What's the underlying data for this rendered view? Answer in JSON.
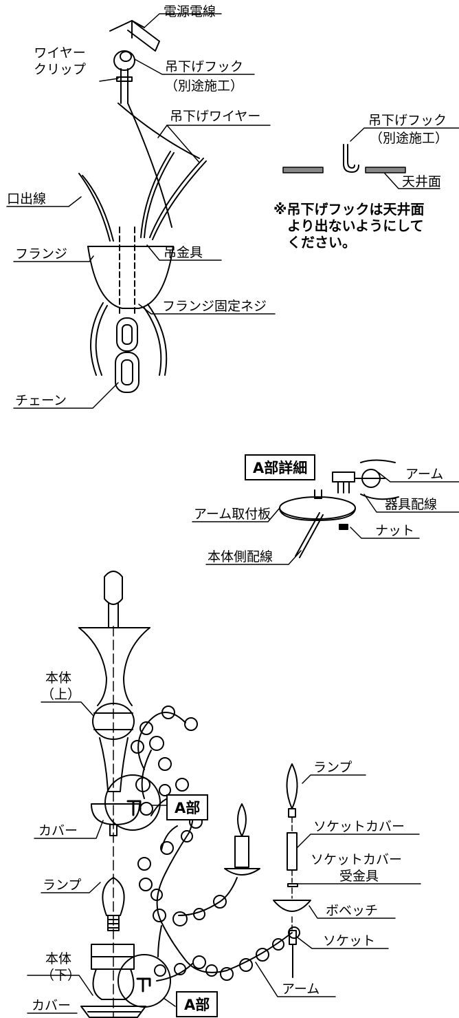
{
  "labels": {
    "power_wire": "電源電線",
    "wire_clip_1": "ワイヤー",
    "wire_clip_2": "クリップ",
    "hook": "吊下げフック",
    "separate_work": "（別途施工）",
    "hanging_wire": "吊下げワイヤー",
    "outlet_wire": "口出線",
    "flange": "フランジ",
    "hanger_metal": "吊金具",
    "flange_screw": "フランジ固定ネジ",
    "chain": "チェーン",
    "hook_detail": "吊下げフック",
    "hook_detail_sub": "（別途施工）",
    "ceiling": "天井面",
    "note_1": "※吊下げフックは天井面",
    "note_2": "より出ないようにして",
    "note_3": "ください。",
    "detail_a_title": "A部詳細",
    "arm_detail": "アーム",
    "fixture_wiring": "器具配線",
    "arm_plate": "アーム取付板",
    "body_wiring": "本体側配線",
    "nut": "ナット",
    "body_upper_1": "本体",
    "body_upper_2": "（上）",
    "cover_upper": "カバー",
    "part_a_1": "A部",
    "lamp_right": "ランプ",
    "socket_cover": "ソケットカバー",
    "socket_cover_recv_1": "ソケットカバー",
    "socket_cover_recv_2": "受金具",
    "bobeche": "ボベッチ",
    "socket": "ソケット",
    "lamp_left": "ランプ",
    "arm_bottom": "アーム",
    "body_lower_1": "本体",
    "body_lower_2": "（下）",
    "part_a_2": "A部",
    "cover_lower": "カバー"
  }
}
